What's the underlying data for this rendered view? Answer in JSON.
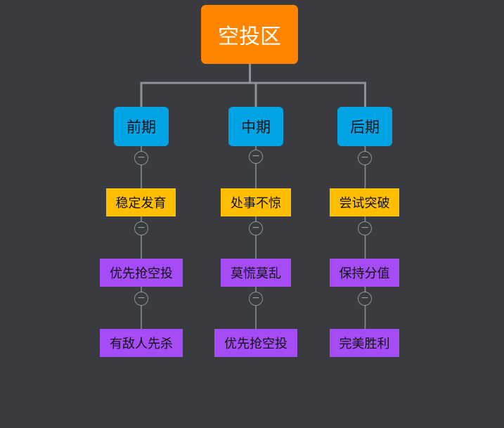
{
  "root": {
    "label": "空投区"
  },
  "phases": [
    {
      "label": "前期",
      "tips": [
        "稳定发育",
        "优先抢空投",
        "有敌人先杀"
      ]
    },
    {
      "label": "中期",
      "tips": [
        "处事不惊",
        "莫慌莫乱",
        "优先抢空投"
      ]
    },
    {
      "label": "后期",
      "tips": [
        "尝试突破",
        "保持分值",
        "完美胜利"
      ]
    }
  ],
  "collapse_symbol": "−",
  "colors": {
    "background": "#393b40",
    "root": "#ff8500",
    "phase": "#00a3e4",
    "tip_first": "#ffbf00",
    "tip_rest": "#a64cf7",
    "connector": "#8e9197"
  }
}
